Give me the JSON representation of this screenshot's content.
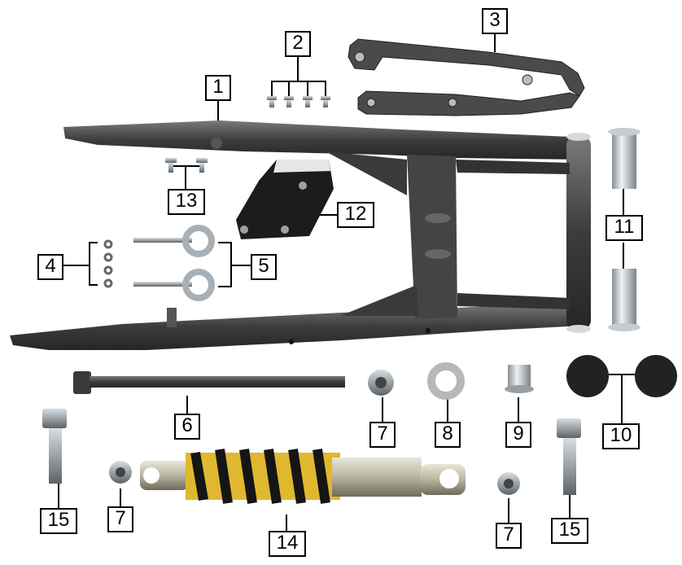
{
  "callouts": {
    "c1": "1",
    "c2": "2",
    "c3": "3",
    "c4": "4",
    "c5": "5",
    "c6": "6",
    "c7a": "7",
    "c7b": "7",
    "c7c": "7",
    "c8": "8",
    "c9": "9",
    "c10": "10",
    "c11": "11",
    "c12": "12",
    "c13": "13",
    "c14": "14",
    "c15a": "15",
    "c15b": "15"
  }
}
